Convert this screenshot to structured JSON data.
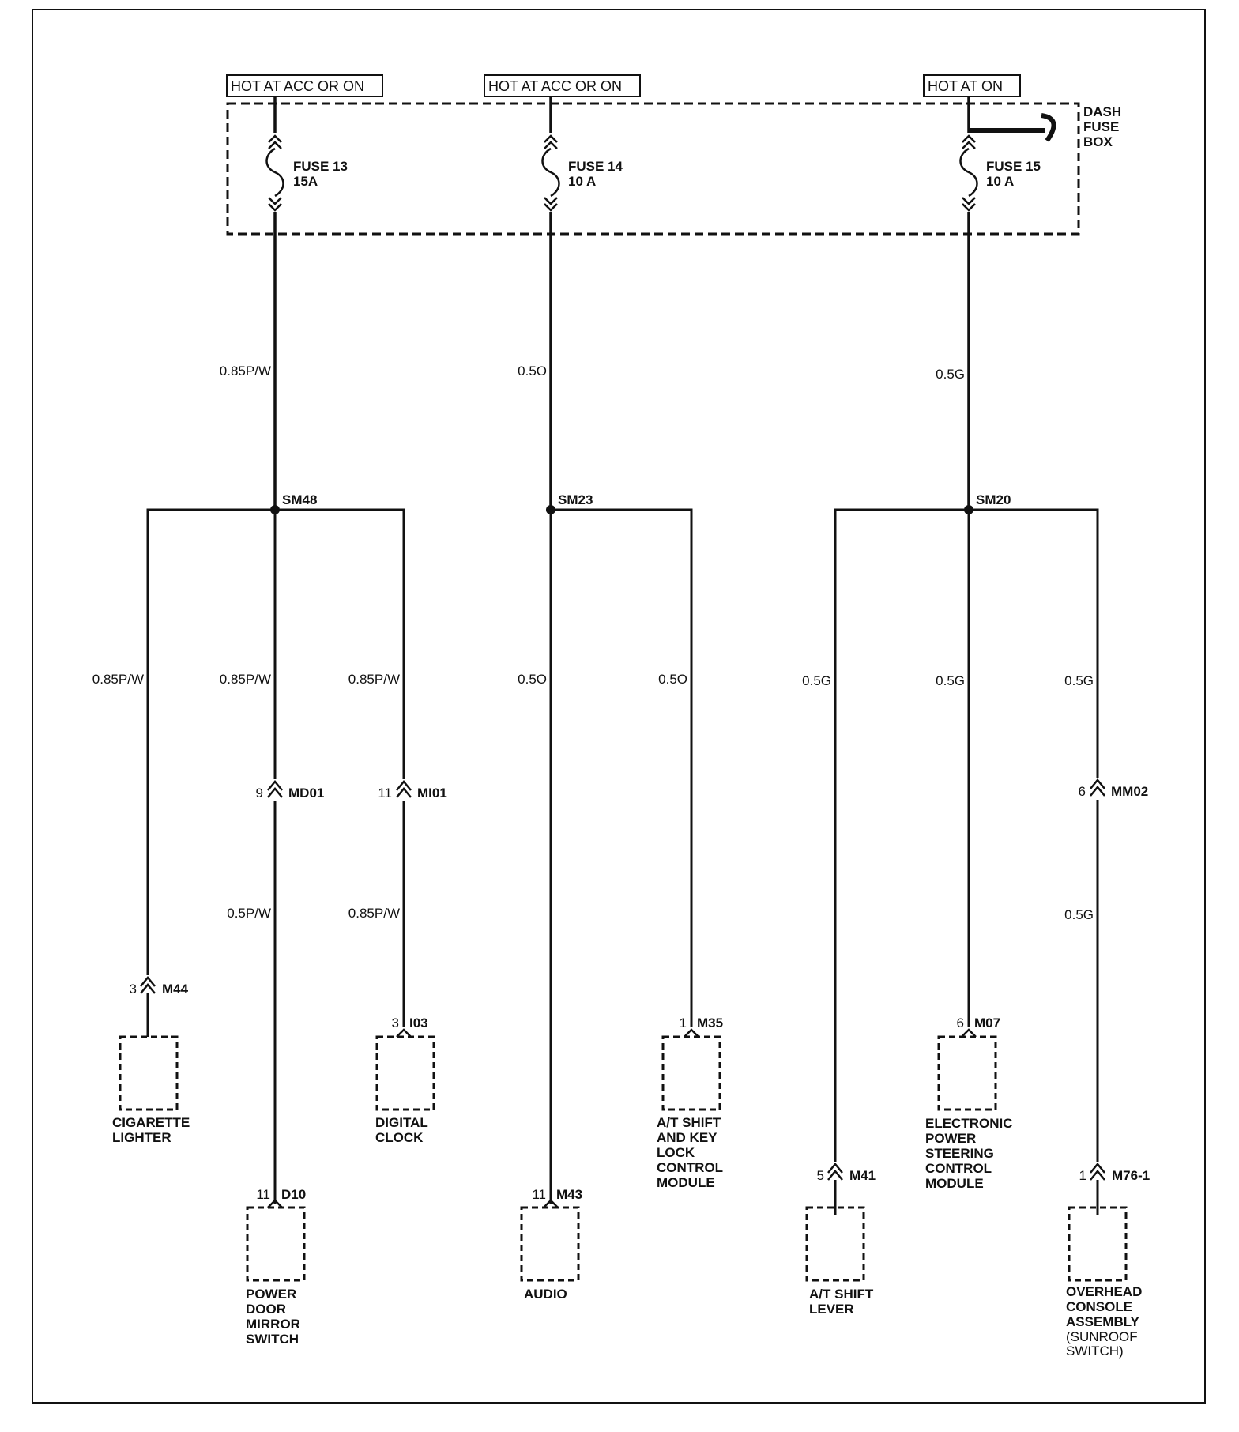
{
  "diagram": {
    "hot_labels": [
      "HOT AT ACC OR ON",
      "HOT AT ACC OR ON",
      "HOT AT ON"
    ],
    "fuse_box_label": [
      "DASH",
      "FUSE",
      "BOX"
    ],
    "fuses": [
      {
        "name": "FUSE 13",
        "rating": "15A"
      },
      {
        "name": "FUSE 14",
        "rating": "10 A"
      },
      {
        "name": "FUSE 15",
        "rating": "10 A"
      }
    ],
    "trunk_wires": [
      "0.85P/W",
      "0.5O",
      "0.5G"
    ],
    "splices": [
      "SM48",
      "SM23",
      "SM20"
    ],
    "branches": [
      {
        "wire": "0.85P/W",
        "inline_connector": null,
        "wire2": null,
        "component_connector": {
          "pin": "3",
          "name": "M44"
        },
        "component": [
          "CIGARETTE",
          "LIGHTER"
        ]
      },
      {
        "wire": "0.85P/W",
        "inline_connector": {
          "pin": "9",
          "name": "MD01"
        },
        "wire2": "0.5P/W",
        "component_connector": {
          "pin": "11",
          "name": "D10"
        },
        "component": [
          "POWER",
          "DOOR",
          "MIRROR",
          "SWITCH"
        ]
      },
      {
        "wire": "0.85P/W",
        "inline_connector": {
          "pin": "11",
          "name": "MI01"
        },
        "wire2": "0.85P/W",
        "component_connector": {
          "pin": "3",
          "name": "I03"
        },
        "component": [
          "DIGITAL",
          "CLOCK"
        ]
      },
      {
        "wire": "0.5O",
        "inline_connector": null,
        "wire2": null,
        "component_connector": {
          "pin": "11",
          "name": "M43"
        },
        "component": [
          "AUDIO"
        ]
      },
      {
        "wire": "0.5O",
        "inline_connector": null,
        "wire2": null,
        "component_connector": {
          "pin": "1",
          "name": "M35"
        },
        "component": [
          "A/T SHIFT",
          "AND KEY",
          "LOCK",
          "CONTROL",
          "MODULE"
        ]
      },
      {
        "wire": "0.5G",
        "inline_connector": null,
        "wire2": null,
        "component_connector": {
          "pin": "5",
          "name": "M41"
        },
        "component": [
          "A/T SHIFT",
          "LEVER"
        ]
      },
      {
        "wire": "0.5G",
        "inline_connector": null,
        "wire2": null,
        "component_connector": {
          "pin": "6",
          "name": "M07"
        },
        "component": [
          "ELECTRONIC",
          "POWER",
          "STEERING",
          "CONTROL",
          "MODULE"
        ]
      },
      {
        "wire": "0.5G",
        "inline_connector": {
          "pin": "6",
          "name": "MM02"
        },
        "wire2": "0.5G",
        "component_connector": {
          "pin": "1",
          "name": "M76-1"
        },
        "component": [
          "OVERHEAD",
          "CONSOLE",
          "ASSEMBLY",
          "(SUNROOF",
          "SWITCH)"
        ]
      }
    ],
    "colors": {
      "ink": "#111111",
      "background": "#ffffff"
    }
  }
}
